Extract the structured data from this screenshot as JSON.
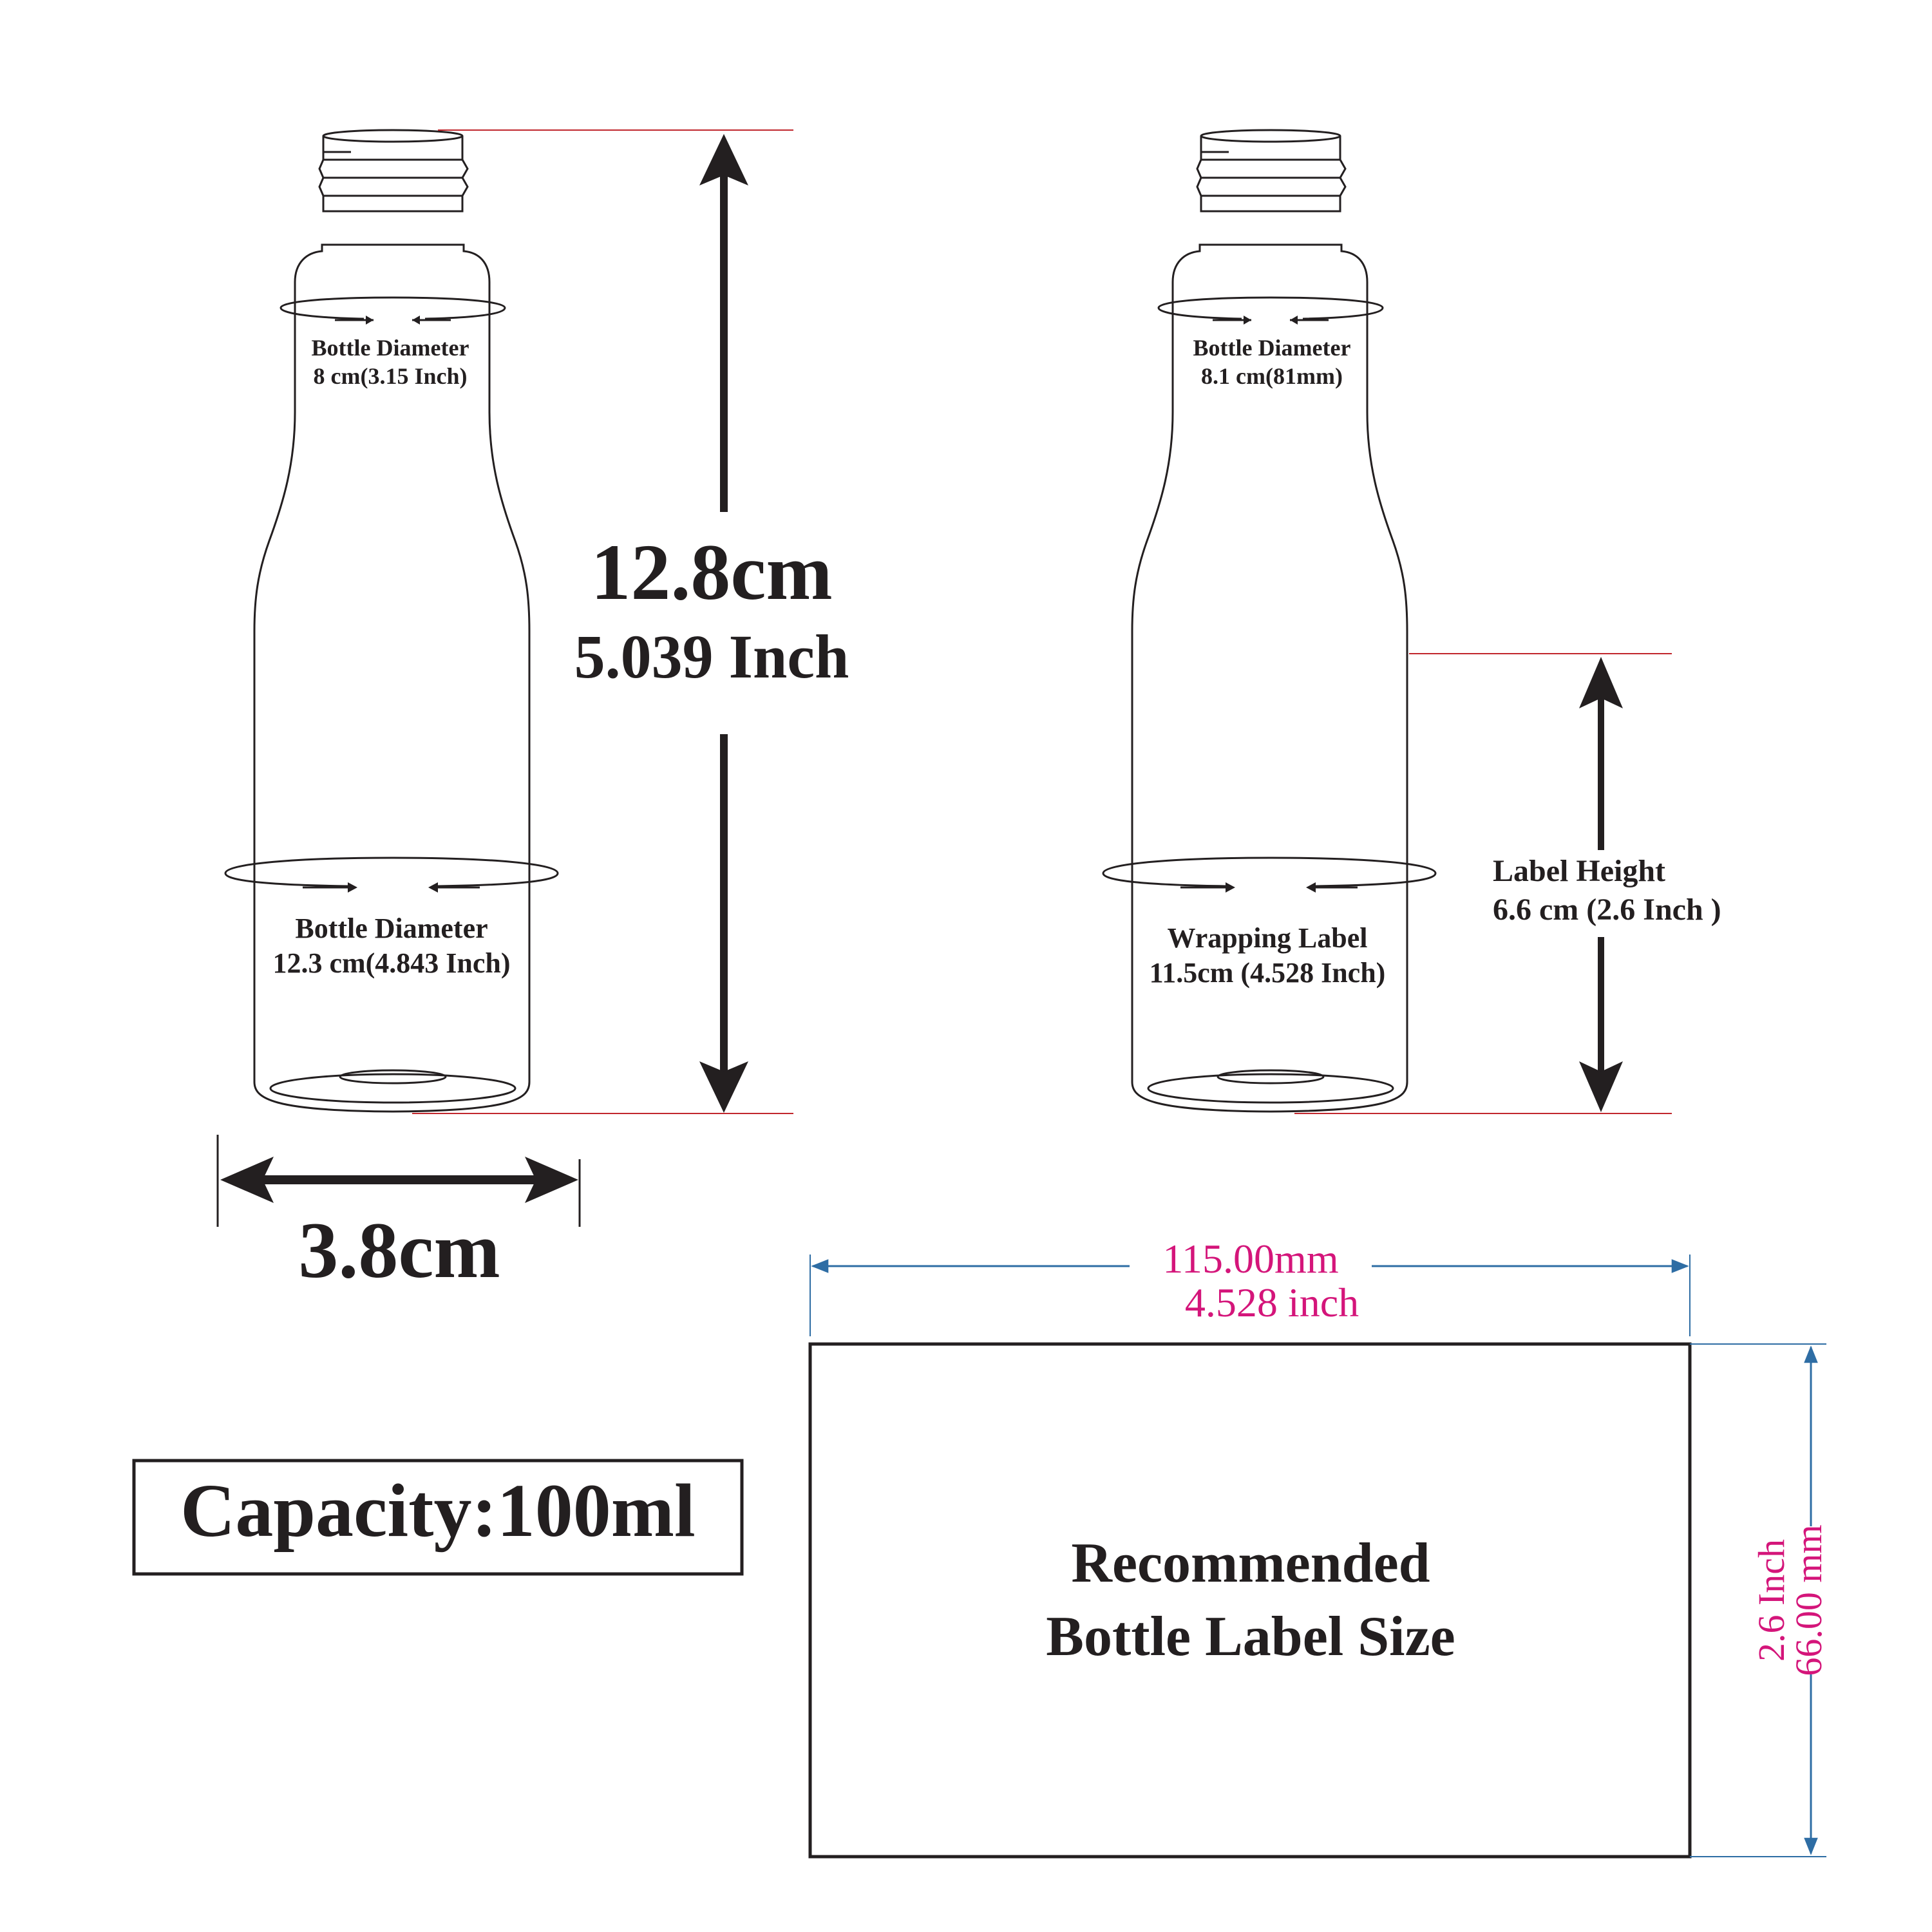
{
  "left_bottle": {
    "neck_diameter": {
      "title": "Bottle Diameter",
      "value": "8 cm(3.15 Inch)"
    },
    "body_diameter": {
      "title": "Bottle Diameter",
      "value": "12.3 cm(4.843 Inch)"
    },
    "height": {
      "cm": "12.8cm",
      "inch": "5.039 Inch"
    },
    "width": "3.8cm"
  },
  "right_bottle": {
    "neck_diameter": {
      "title": "Bottle Diameter",
      "value": "8.1 cm(81mm)"
    },
    "wrapping_label": {
      "title": "Wrapping Label",
      "value": "11.5cm (4.528 Inch)"
    },
    "label_height": {
      "title": "Label Height",
      "value": "6.6 cm (2.6 Inch )"
    }
  },
  "capacity": "Capacity:100ml",
  "label_box": {
    "width_mm": "115.00mm",
    "width_inch": "4.528 inch",
    "height_inch": "2.6 Inch",
    "height_mm": "66.00 mm",
    "title_line1": "Recommended",
    "title_line2": "Bottle Label Size"
  },
  "colors": {
    "outline": "#231f20",
    "extension_line": "#c1272d",
    "dimension_blue": "#2e6da4",
    "dimension_text": "#d4157a"
  }
}
